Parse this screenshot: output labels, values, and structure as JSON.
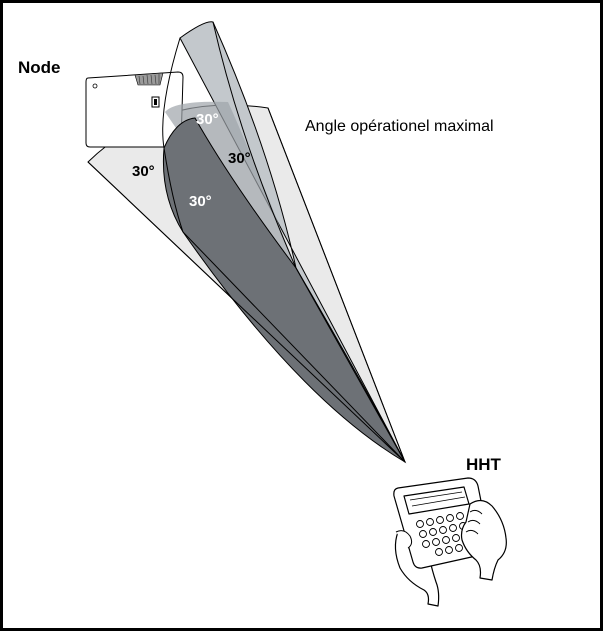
{
  "diagram": {
    "node_label": "Node",
    "hht_label": "HHT",
    "caption": "Angle opérationel maximal",
    "angles": {
      "top": "30°",
      "right": "30°",
      "left": "30°",
      "inner": "30°"
    },
    "colors": {
      "light_cone": "#eaeaea",
      "mid_cone": "#c3c8cc",
      "dark_cone": "#6d7176",
      "overlap_cone": "#9ea4a9",
      "outline": "#000000"
    }
  }
}
